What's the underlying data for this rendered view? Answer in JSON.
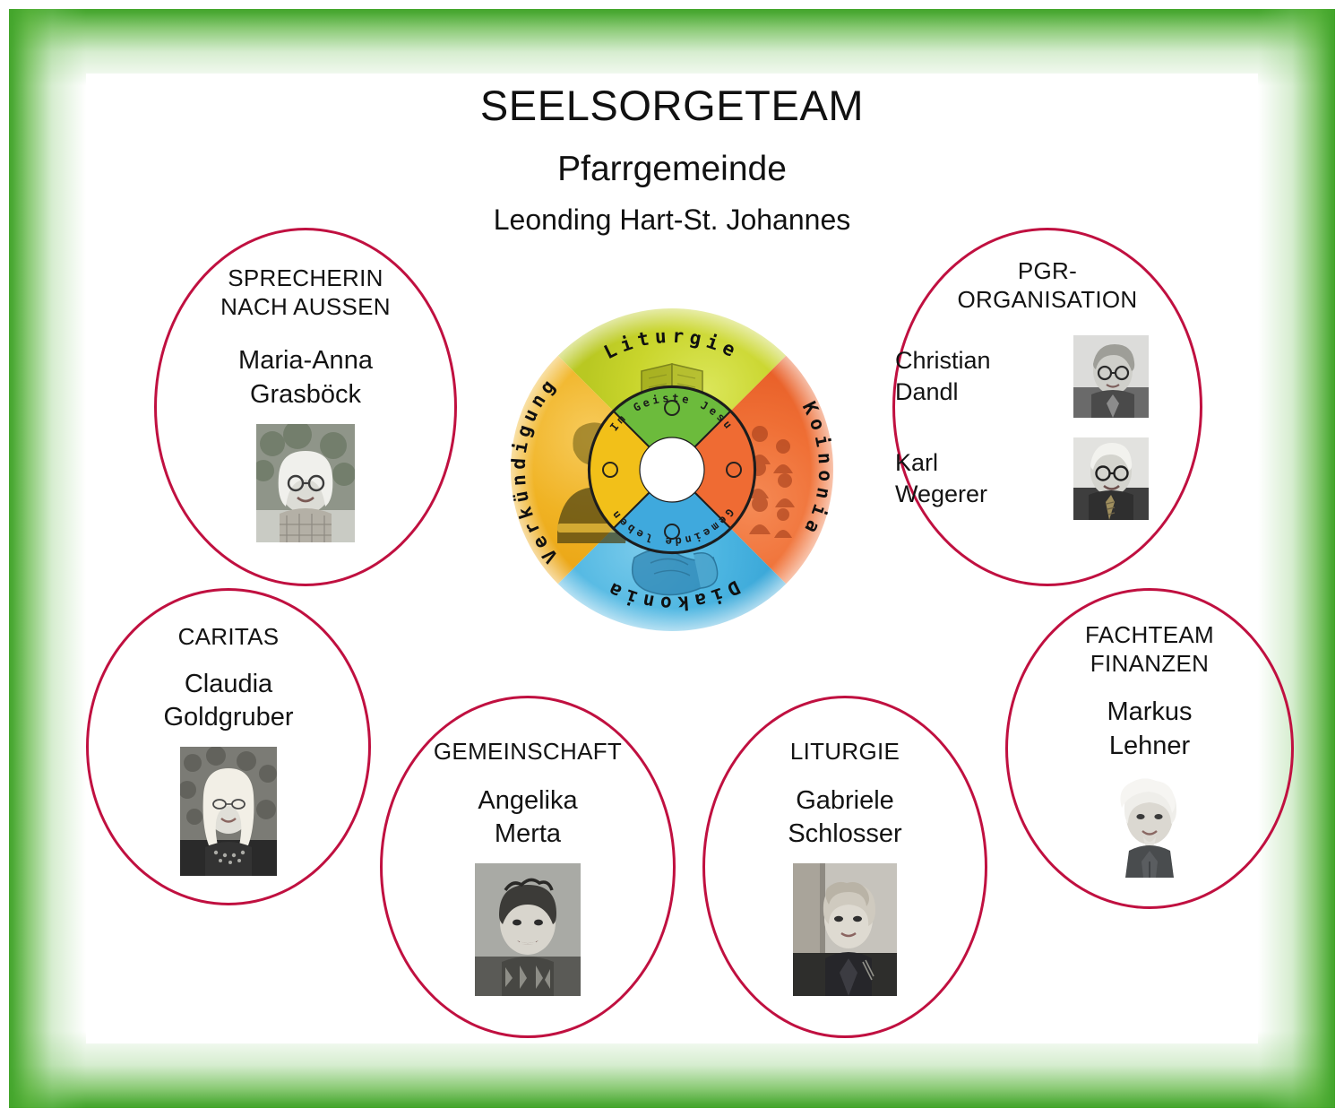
{
  "poster": {
    "title_main": "SEELSORGETEAM",
    "title_sub": "Pfarrgemeinde",
    "title_sub2": "Leonding Hart-St. Johannes",
    "accent_color": "#c01040",
    "frame_color": "#44a62c",
    "background_color": "#ffffff"
  },
  "wheel": {
    "outer_labels": {
      "top": "Liturgie",
      "right": "Koinonia",
      "bottom": "Diakonia",
      "left": "Verkündigung"
    },
    "inner_labels": {
      "top": "Im Geiste Jesu",
      "bottom": "Gemeinde leben"
    },
    "quadrant_colors": {
      "liturgie": "#c3d02a",
      "koinonia": "#ee6a33",
      "diakonia": "#4ab4e0",
      "verkuendigung": "#f0b020"
    },
    "puzzle_colors": {
      "top": "#6cbb3c",
      "right": "#ef6b33",
      "bottom": "#3fa9dd",
      "left": "#f2c019"
    },
    "quadrant_imagery": {
      "liturgie": "open-book-and-bread-icon",
      "koinonia": "crowd-of-people-icon",
      "diakonia": "clasped-hands-icon",
      "verkuendigung": "speaking-woman-icon"
    }
  },
  "bubbles": [
    {
      "id": "sprecherin-nach-aussen",
      "role_lines": [
        "SPRECHERIN",
        "NACH AUSSEN"
      ],
      "people": [
        {
          "name_lines": [
            "Maria-Anna",
            "Grasböck"
          ],
          "photo": "portrait-maria-anna-grasboeck"
        }
      ]
    },
    {
      "id": "pgr-organisation",
      "role_lines": [
        "PGR-",
        "ORGANISATION"
      ],
      "people": [
        {
          "name_lines": [
            "Christian",
            "Dandl"
          ],
          "photo": "portrait-christian-dandl"
        },
        {
          "name_lines": [
            "Karl",
            "Wegerer"
          ],
          "photo": "portrait-karl-wegerer"
        }
      ]
    },
    {
      "id": "caritas",
      "role_lines": [
        "CARITAS"
      ],
      "people": [
        {
          "name_lines": [
            "Claudia",
            "Goldgruber"
          ],
          "photo": "portrait-claudia-goldgruber"
        }
      ]
    },
    {
      "id": "gemeinschaft",
      "role_lines": [
        "GEMEINSCHAFT"
      ],
      "people": [
        {
          "name_lines": [
            "Angelika",
            "Merta"
          ],
          "photo": "portrait-angelika-merta"
        }
      ]
    },
    {
      "id": "liturgie",
      "role_lines": [
        "LITURGIE"
      ],
      "people": [
        {
          "name_lines": [
            "Gabriele",
            "Schlosser"
          ],
          "photo": "portrait-gabriele-schlosser"
        }
      ]
    },
    {
      "id": "fachteam-finanzen",
      "role_lines": [
        "FACHTEAM",
        "FINANZEN"
      ],
      "people": [
        {
          "name_lines": [
            "Markus",
            "Lehner"
          ],
          "photo": "portrait-markus-lehner"
        }
      ]
    }
  ]
}
